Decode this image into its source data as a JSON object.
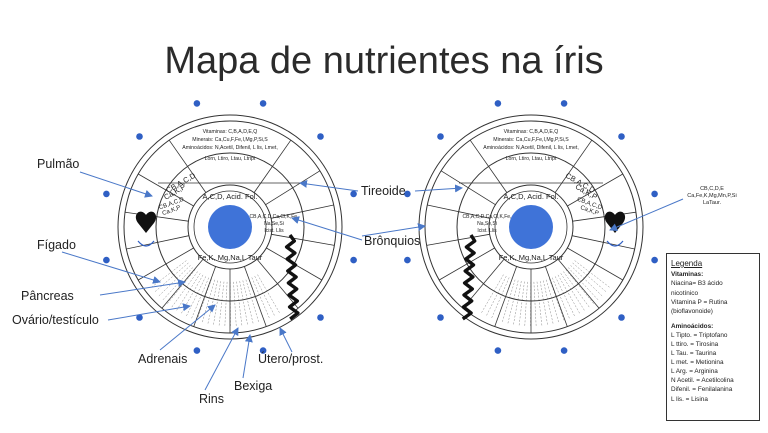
{
  "title": "Mapa de nutrientes na íris",
  "labels": {
    "pulmao": "Pulmão",
    "figado": "Fígado",
    "pancreas": "Pâncreas",
    "ovario": "Ovário/testículo",
    "adrenais": "Adrenais",
    "rins": "Rins",
    "bexiga": "Bexiga",
    "utero": "Útero/prost.",
    "tireoide": "Tireoide",
    "bronquios": "Brônquios"
  },
  "iris": {
    "vitaminas": "Vitaminas: C,B,A,D,E,Q",
    "minerais": "Minerais: Ca,Cu,F,Fe,I,Mg,P,Si,S",
    "aminoacidos": "Aminoácidos: N,Acetil, Difenil, L lis, Lmet,",
    "aminoacidos2": "Lorn, Ltiro, Ltau, Ltript",
    "inner_top": "A,C,D, Acid. Fol.",
    "inner_bottom": "Fe,K, Mg,Na,L Taur",
    "seg_cb": "CB,A,C,D",
    "seg_ca": "Ca,K,P",
    "lung_note": "CB,C,D,E Ca,Fe,K,Mg,Mn,P,Si LaTaur.",
    "small1": "CB,A,C,D Ca,Cl,K,Fe,",
    "small2": "Na,Se,Si",
    "small3": "Icist. Llis"
  },
  "legend": {
    "title": "Legenda",
    "vit_head": "Vitaminas:",
    "vit_lines": [
      "Niacina= B3 ácido",
      "nicotínico",
      "Vitamina P = Rutina",
      "(bioflavonoide)"
    ],
    "amino_head": "Aminoácidos:",
    "amino_lines": [
      "L Tipto. = Triptofano",
      "L ttiro. = Tirosina",
      "L Tau. = Taurina",
      "L met. = Metionina",
      "L Arg. = Arginina",
      "N Acetil. = Acetilcolina",
      "Difenil. = Fenilalanina",
      "L lis. = Lisina"
    ]
  },
  "colors": {
    "pupil": "#3f73d8",
    "dot": "#2f5fc4",
    "arrow": "#4a78c8",
    "line": "#333333"
  }
}
